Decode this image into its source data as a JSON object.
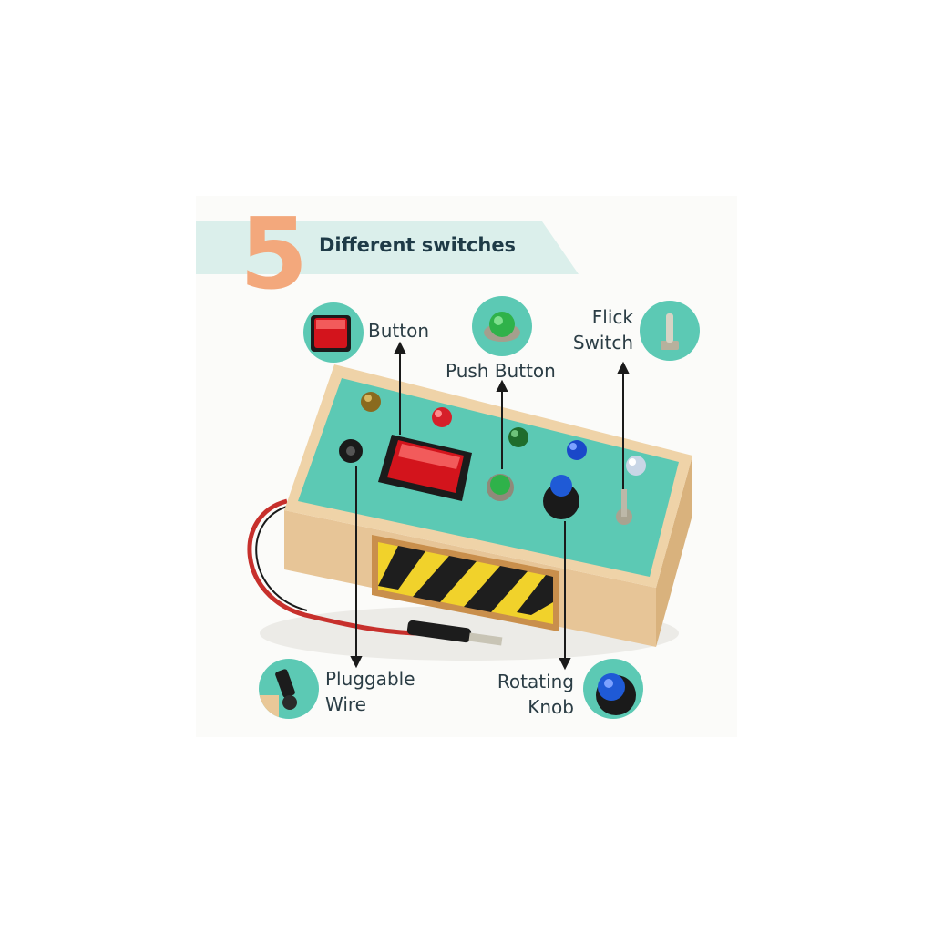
{
  "header": {
    "number": "5",
    "title": "Different switches"
  },
  "labels": {
    "button": "Button",
    "push_button": "Push Button",
    "flick_line1": "Flick",
    "flick_line2": "Switch",
    "wire_line1": "Pluggable",
    "wire_line2": "Wire",
    "knob_line1": "Rotating",
    "knob_line2": "Knob"
  },
  "colors": {
    "accent_orange": "#f3a87c",
    "banner": "#dbefeb",
    "panel_teal": "#5cc9b4",
    "wood": "#e9c898",
    "title_text": "#1f3b47"
  }
}
